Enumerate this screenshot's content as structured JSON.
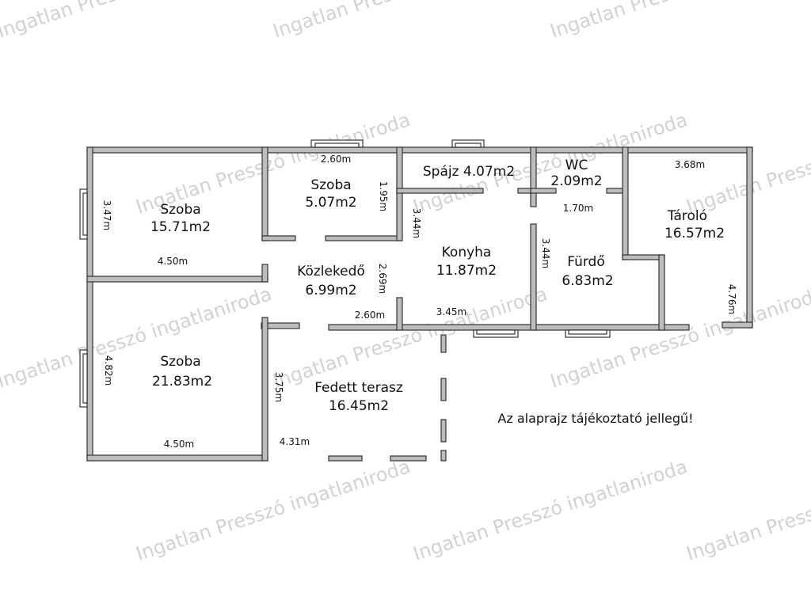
{
  "watermark": "Ingatlan Presszó ingatlaniroda",
  "watermark_short": "Ingatlan",
  "rooms": [
    {
      "name": "Szoba",
      "area": "15.71m2"
    },
    {
      "name": "Szoba",
      "area": "5.07m2"
    },
    {
      "name": "Spájz 4.07m2",
      "area": ""
    },
    {
      "name": "WC",
      "area": "2.09m2"
    },
    {
      "name": "Tároló",
      "area": "16.57m2"
    },
    {
      "name": "Közlekedő",
      "area": "6.99m2"
    },
    {
      "name": "Konyha",
      "area": "11.87m2"
    },
    {
      "name": "Fürdő",
      "area": "6.83m2"
    },
    {
      "name": "Szoba",
      "area": "21.83m2"
    },
    {
      "name": "Fedett terasz",
      "area": "16.45m2"
    }
  ],
  "dimensions": [
    "2.60m",
    "3.47m",
    "4.50m",
    "1.95m",
    "3.44m",
    "3.44m",
    "3.68m",
    "1.70m",
    "2.69m",
    "2.60m",
    "3.45m",
    "4.76m",
    "4.82m",
    "3.75m",
    "4.50m",
    "4.31m"
  ],
  "note": "Az alaprajz tájékoztató jellegű!",
  "colors": {
    "wall_fill": "#bdbdbd",
    "wall_stroke": "#333333",
    "text": "#111111",
    "watermark": "#d2d2d2"
  }
}
